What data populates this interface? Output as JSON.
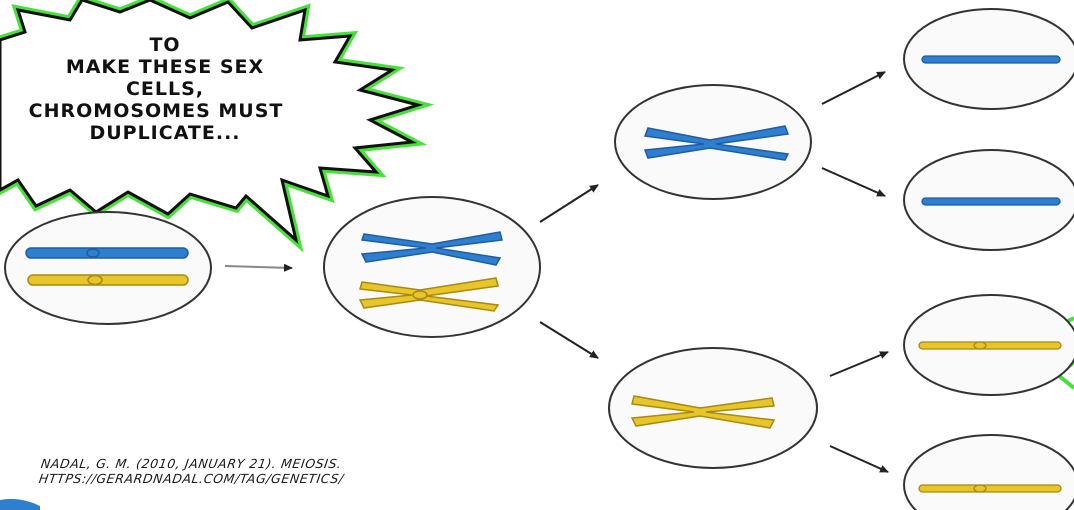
{
  "speech_bubble": {
    "lines": [
      "TO",
      "MAKE THESE SEX",
      "CELLS,",
      "CHROMOSOMES MUST",
      "DUPLICATE..."
    ]
  },
  "citation": {
    "line1": "NADAL, G. M. (2010, JANUARY 21). MEIOSIS.",
    "line2": "HTTPS://GERARDNADAL.COM/TAG/GENETICS/"
  },
  "colors": {
    "blue_chromosome": "#2f7fd0",
    "yellow_chromosome": "#e8c528",
    "bubble_outline": "#111111",
    "bubble_glow": "#48e03a",
    "cell_outline": "#333333",
    "cell_fill": "#fafafa",
    "arrow": "#222222"
  }
}
